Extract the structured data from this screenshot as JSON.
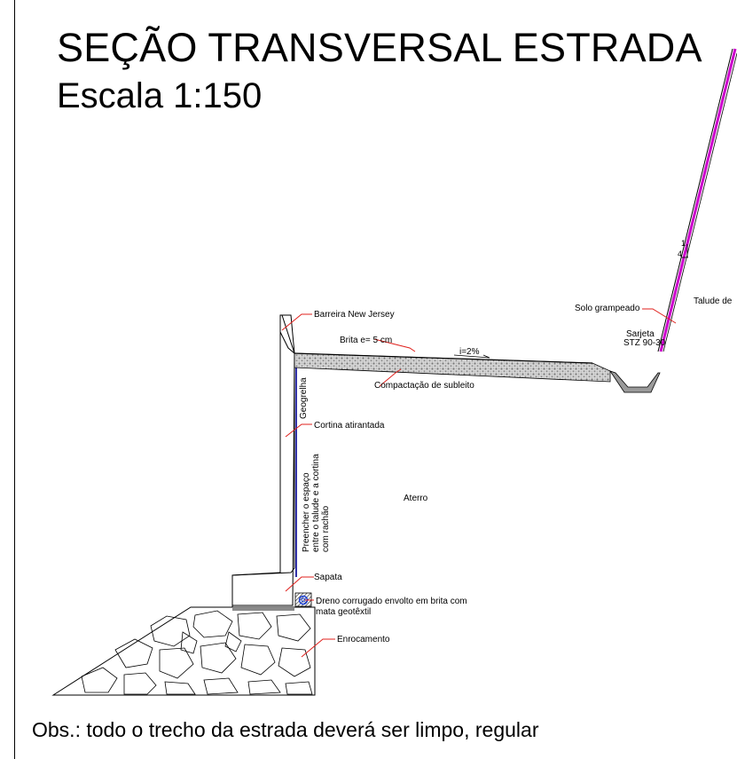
{
  "title": "SEÇÃO TRANSVERSAL ESTRADA",
  "subtitle": "Escala 1:150",
  "note": "Obs.: todo o trecho da estrada deverá ser limpo, regular",
  "labels": {
    "barreira": "Barreira New Jersey",
    "brita": "Brita e= 5 cm",
    "slope": "i=2%",
    "compactacao": "Compactação de subleito",
    "geogrelha": "Geogrelha",
    "cortina": "Cortina atirantada",
    "preencher_1": "Preencher o espaço",
    "preencher_2": "entre o talude e a cortina",
    "preencher_3": "com rachão",
    "aterro": "Aterro",
    "sapata": "Sapata",
    "dreno_1": "Dreno corrugado envolto em brita com",
    "dreno_2": "mata geotêxtil",
    "enrocamento": "Enrocamento",
    "sarjeta_1": "Sarjeta",
    "sarjeta_2": "STZ 90-30",
    "solo": "Solo grampeado",
    "talude": "Talude de",
    "ratio_top": "1",
    "ratio_bottom": "4"
  },
  "colors": {
    "leader": "#e0201c",
    "soil_nail": "#cc00cc",
    "geogrid": "#3333aa",
    "drain": "#1a3fd6",
    "line": "#000000",
    "grey_fill": "#8a8a8a",
    "pavement": "#9a9a9a"
  }
}
